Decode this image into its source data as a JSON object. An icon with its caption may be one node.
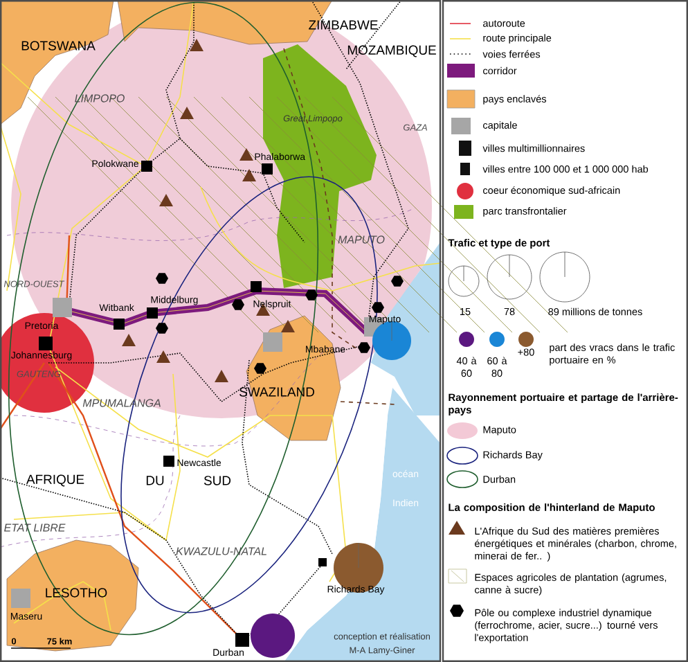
{
  "diagram": {
    "labels": [
      "ZIMBABWE",
      "BOTSWANA",
      "MOZAMBIQUE",
      "LIMPOPO",
      "Great Limpopo",
      "GAZA",
      "Polokwane",
      "Phalaborwa",
      "MAPUTO",
      "NORD-OUEST",
      "Witbank",
      "Middelburg",
      "Nelspruit",
      "Maputo",
      "Pretoria",
      "Johannesburg",
      "GAUTENG",
      "Mbabane",
      "MPUMALANGA",
      "SWAZILAND",
      "Newcastle",
      "AFRIQUE",
      "DU",
      "SUD",
      "océan",
      "Indien",
      "ETAT LIBRE",
      "KWAZULU-NATAL",
      "LESOTHO",
      "Maseru",
      "Richards Bay",
      "Durban",
      "0",
      "75 km",
      "conception et réalisation",
      "M-A Lamy-Giner",
      "Trafic et type de port",
      "15",
      "78",
      "89 millions de tonnes",
      "part des vracs dans le trafic portuaire en %",
      "Rayonnement portuaire et partage de l'arrière-pays",
      "La composition de l'hinterland de Maputo"
    ],
    "legend": [
      {
        "text": "autoroute"
      },
      {
        "text": "route principale"
      },
      {
        "text": "voies ferrées"
      },
      {
        "text": "corridor",
        "color": "#7d1a7d"
      },
      {
        "text": "pays enclavés",
        "color": "#f3b060"
      },
      {
        "text": "capitale",
        "color": "#a6a6a6"
      },
      {
        "text": "villes multimillionnaires",
        "color": "#111111"
      },
      {
        "text": "villes entre 100 000 et 1 000 000 hab",
        "color": "#111111"
      },
      {
        "text": "coeur économique sud-africain",
        "color": "#e0303f"
      },
      {
        "text": "parc transfrontalier",
        "color": "#7db41e"
      },
      {
        "text": "40 à 60",
        "color": "#5b1880"
      },
      {
        "text": "60 à 80",
        "color": "#1a86d6"
      },
      {
        "text": "+80",
        "color": "#8b5a2f"
      },
      {
        "text": "Maputo",
        "color": "#f3c9d6"
      },
      {
        "text": "Richards Bay"
      },
      {
        "text": "Durban"
      },
      {
        "text": "L'Afrique du Sud des matières premières énergétiques et minérales (charbon, chrome, minerai de fer.. )"
      },
      {
        "text": "Espaces agricoles de plantation (agrumes, canne à sucre)"
      },
      {
        "text": "Pôle ou complexe industriel dynamique (ferrochrome, acier, sucre...) tourné vers l'exportation"
      }
    ]
  }
}
